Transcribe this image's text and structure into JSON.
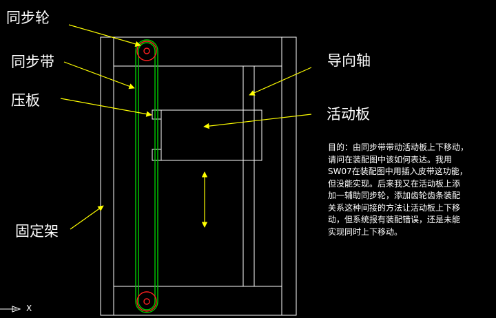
{
  "labels": {
    "sync_wheel": "同步轮",
    "sync_belt": "同步带",
    "press_plate": "压板",
    "fixed_frame": "固定架",
    "guide_shaft": "导向轴",
    "moving_plate": "活动板"
  },
  "note_lines": [
    "目的：由同步带带动活动板上下移动，",
    "请问在装配图中该如何表达。我用",
    "SW07在装配图中用插入皮带这功能，",
    "但没能实现。后来我又在活动板上添",
    "加一辅助同步轮，添加齿轮齿条装配",
    "关系这种间接的方法让活动板上下移",
    "动，但系统报有装配错误，还是未能",
    "实现同时上下移动。"
  ],
  "ucs_axis_label": "X",
  "colors": {
    "background": "#000000",
    "frame_lines": "#ffffff",
    "belt": "#00cc00",
    "pulley": "#ff2020",
    "leader_arrows": "#ffff00",
    "text": "#ffffff"
  }
}
